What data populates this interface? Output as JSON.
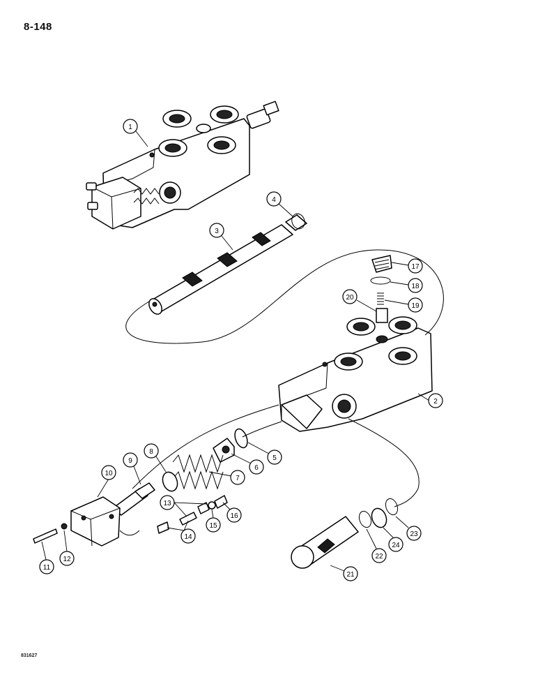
{
  "page_number": "8-148",
  "drawing_code": "831627",
  "callouts": [
    "1",
    "2",
    "3",
    "4",
    "5",
    "6",
    "7",
    "8",
    "9",
    "10",
    "11",
    "12",
    "13",
    "14",
    "15",
    "16",
    "17",
    "18",
    "19",
    "20",
    "21",
    "22",
    "23",
    "24"
  ]
}
